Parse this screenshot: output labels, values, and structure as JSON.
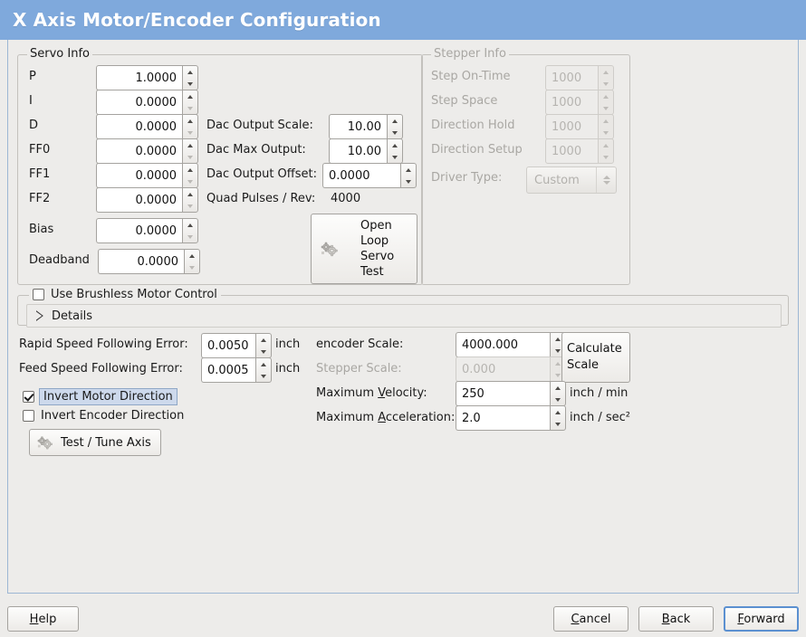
{
  "window": {
    "title": "X Axis Motor/Encoder Configuration",
    "title_bg": "#7fa9dc",
    "title_fg": "#ffffff"
  },
  "servo_info": {
    "legend": "Servo Info",
    "rows": [
      {
        "label": "P",
        "value": "1.0000"
      },
      {
        "label": "I",
        "value": "0.0000"
      },
      {
        "label": "D",
        "value": "0.0000"
      },
      {
        "label": "FF0",
        "value": "0.0000"
      },
      {
        "label": "FF1",
        "value": "0.0000"
      },
      {
        "label": "FF2",
        "value": "0.0000"
      },
      {
        "label": "Bias",
        "value": "0.0000"
      },
      {
        "label": "Deadband",
        "value": "0.0000"
      }
    ],
    "dac": [
      {
        "label": "Dac Output Scale:",
        "value": "10.00"
      },
      {
        "label": "Dac Max Output:",
        "value": "10.00"
      },
      {
        "label": "Dac Output Offset:",
        "value": "0.0000"
      }
    ],
    "quad_pulses_label": "Quad Pulses / Rev:",
    "quad_pulses_value": "4000",
    "open_loop_button": "Open\nLoop\nServo\nTest",
    "open_loop_lines": [
      "Open",
      "Loop",
      "Servo",
      "Test"
    ]
  },
  "stepper_info": {
    "legend": "Stepper Info",
    "disabled": true,
    "rows": [
      {
        "label": "Step On-Time",
        "value": "1000"
      },
      {
        "label": "Step Space",
        "value": "1000"
      },
      {
        "label": "Direction Hold",
        "value": "1000"
      },
      {
        "label": "Direction Setup",
        "value": "1000"
      }
    ],
    "driver_type_label": "Driver Type:",
    "driver_type_value": "Custom"
  },
  "brushless": {
    "checkbox_label": "Use Brushless Motor Control",
    "checked": false,
    "details_label": "Details",
    "details_expanded": false
  },
  "tuning": {
    "rapid_following_error": {
      "label": "Rapid Speed Following Error:",
      "value": "0.0050",
      "unit": "inch"
    },
    "feed_following_error": {
      "label": "Feed Speed Following Error:",
      "value": "0.0005",
      "unit": "inch"
    },
    "invert_motor": {
      "label": "Invert Motor Direction",
      "checked": true,
      "focused": true
    },
    "invert_encoder": {
      "label": "Invert Encoder Direction",
      "checked": false,
      "focused": false
    },
    "test_tune_button": "Test / Tune Axis"
  },
  "scales": {
    "encoder_scale": {
      "label": "encoder Scale:",
      "value": "4000.000",
      "disabled": false
    },
    "stepper_scale": {
      "label": "Stepper Scale:",
      "value": "0.000",
      "disabled": true
    },
    "max_velocity": {
      "label": "Maximum Velocity:",
      "mnemonic": "V",
      "value": "250",
      "unit": "inch / min"
    },
    "max_accel": {
      "label": "Maximum Acceleration:",
      "mnemonic": "A",
      "value": "2.0",
      "unit": "inch / sec²"
    },
    "calculate_button_lines": [
      "Calculate",
      "Scale"
    ]
  },
  "footer": {
    "help": {
      "label": "Help",
      "mnemonic": "H"
    },
    "cancel": {
      "label": "Cancel",
      "mnemonic": "C"
    },
    "back": {
      "label": "Back",
      "mnemonic": "B"
    },
    "forward": {
      "label": "Forward",
      "mnemonic": "F",
      "focused": true
    }
  },
  "icons": {
    "gear": "gear-icon",
    "expander": "triangle-right-icon"
  }
}
